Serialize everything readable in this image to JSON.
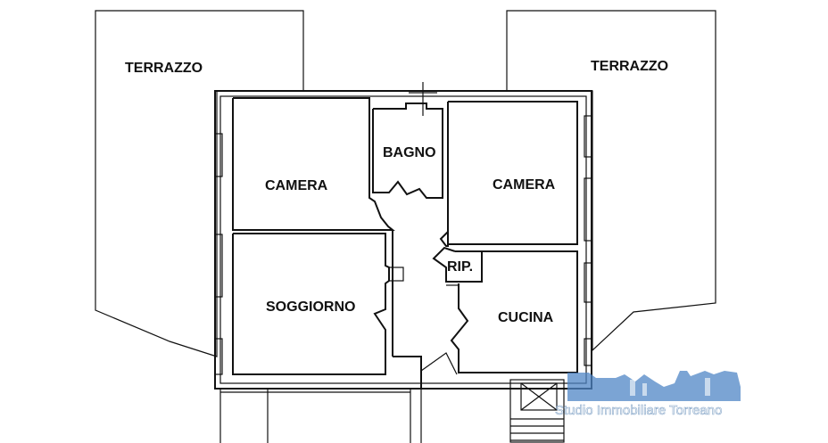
{
  "rooms": {
    "terrazzo_left": "TERRAZZO",
    "terrazzo_right": "TERRAZZO",
    "bagno": "BAGNO",
    "camera_left": "CAMERA",
    "camera_right": "CAMERA",
    "soggiorno": "SOGGIORNO",
    "ripostiglio": "RIP.",
    "cucina": "CUCINA"
  },
  "watermark": {
    "text": "Studio Immobiliare Torreano",
    "color": "#4f86c6"
  }
}
